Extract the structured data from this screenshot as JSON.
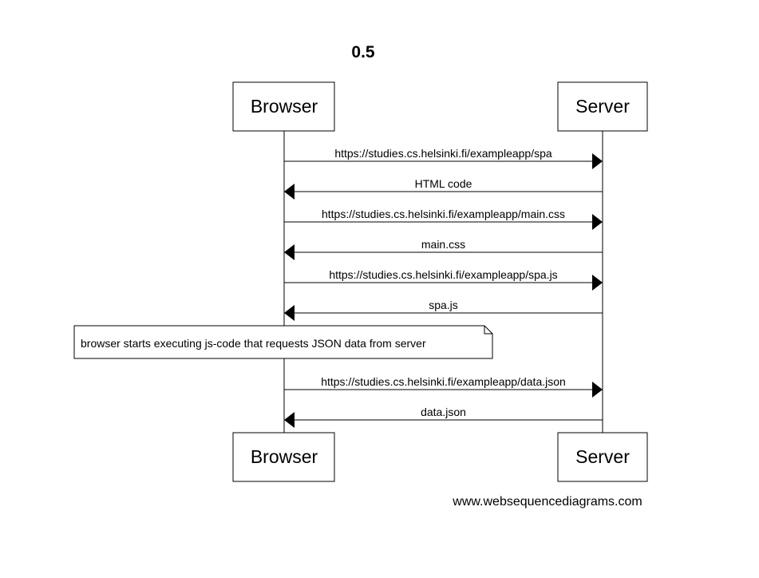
{
  "title": "0.5",
  "actors": {
    "left": "Browser",
    "right": "Server"
  },
  "messages": [
    {
      "label": "https://studies.cs.helsinki.fi/exampleapp/spa",
      "direction": "to-server"
    },
    {
      "label": "HTML code",
      "direction": "to-browser"
    },
    {
      "label": "https://studies.cs.helsinki.fi/exampleapp/main.css",
      "direction": "to-server"
    },
    {
      "label": "main.css",
      "direction": "to-browser"
    },
    {
      "label": "https://studies.cs.helsinki.fi/exampleapp/spa.js",
      "direction": "to-server"
    },
    {
      "label": "spa.js",
      "direction": "to-browser"
    },
    {
      "label": "https://studies.cs.helsinki.fi/exampleapp/data.json",
      "direction": "to-server"
    },
    {
      "label": "data.json",
      "direction": "to-browser"
    }
  ],
  "note": "browser starts executing js-code that requests JSON data from server",
  "watermark": "www.websequencediagrams.com"
}
